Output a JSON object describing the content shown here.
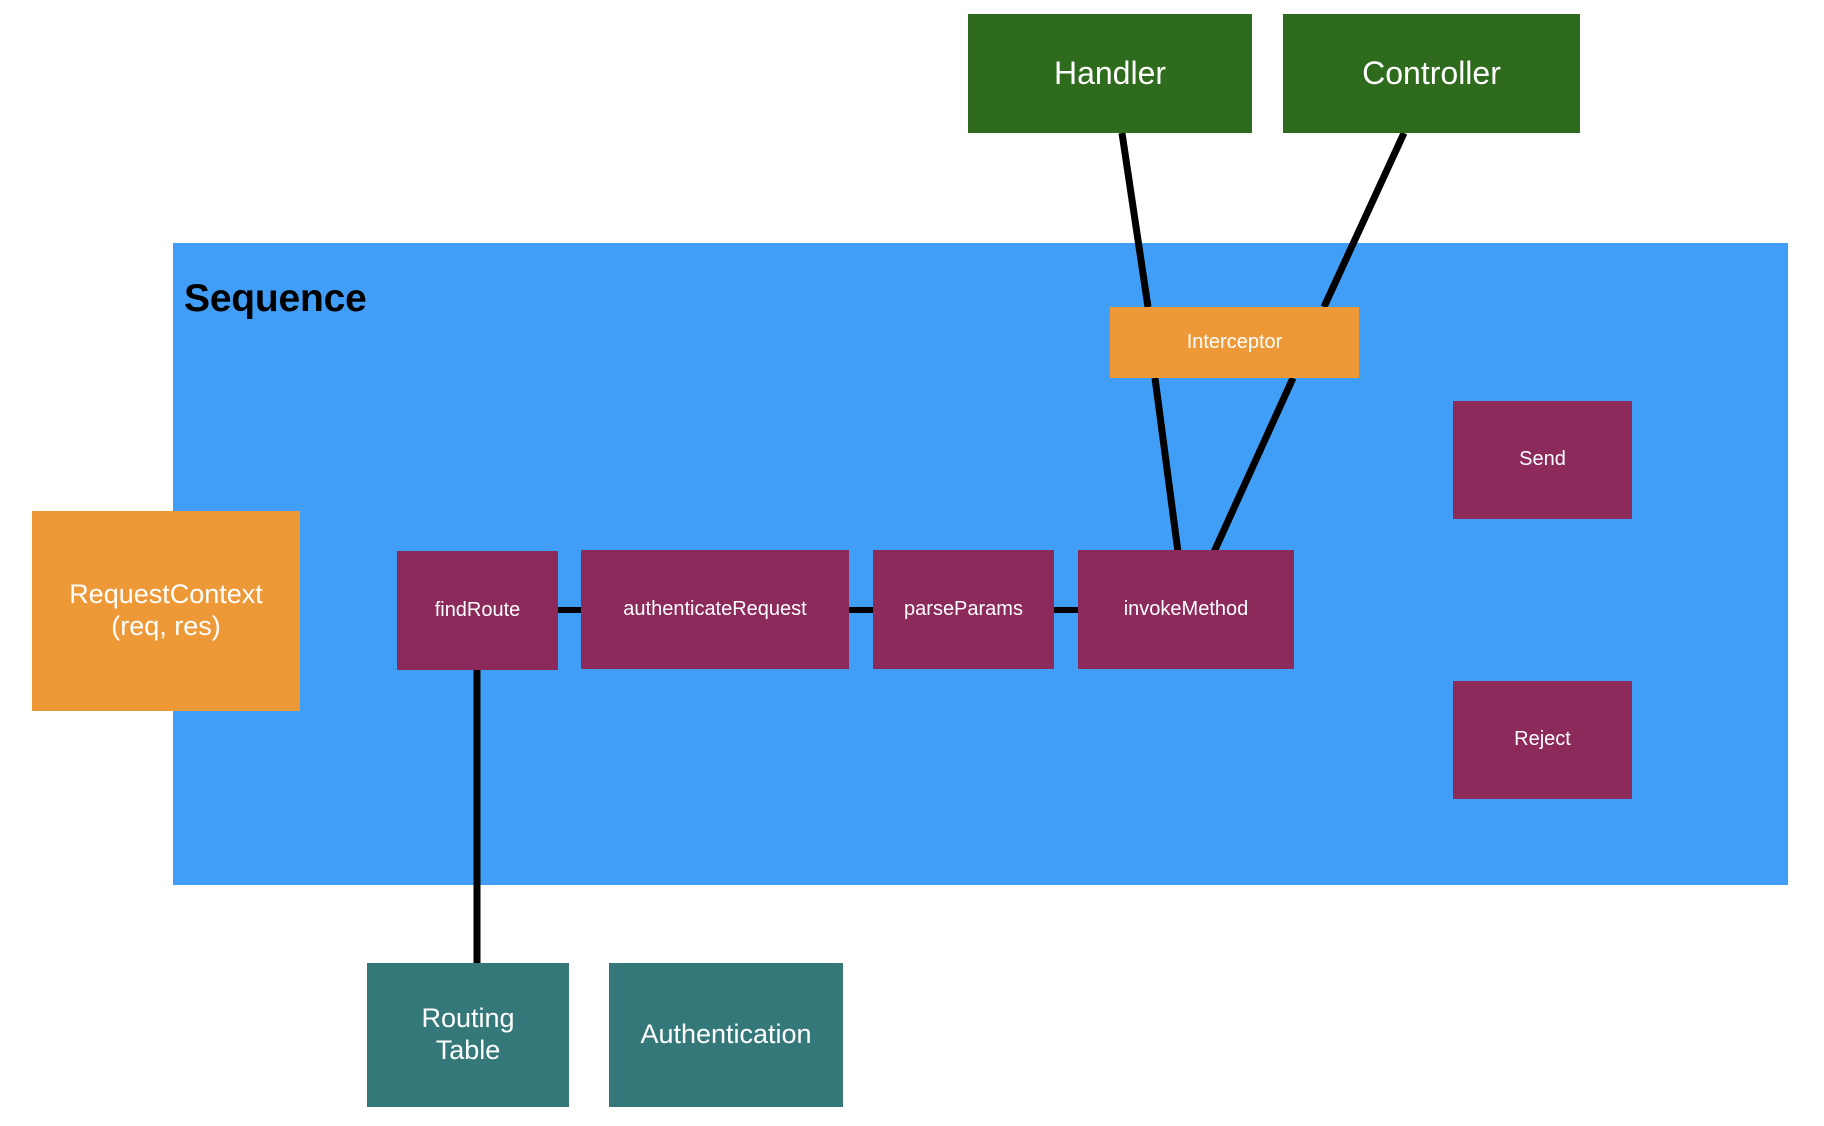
{
  "diagram": {
    "title": "Sequence",
    "panel": {
      "label": "Sequence",
      "color": "#409EF7"
    },
    "palette": {
      "panel_blue": "#409EF7",
      "green": "#2F6B1C",
      "orange": "#EE9937",
      "magenta": "#8C2A5C",
      "teal": "#35787A",
      "edge": "#000000",
      "label": "#FFFFFF"
    },
    "nodes": {
      "handler": {
        "label": "Handler",
        "color": "#2F6B1C"
      },
      "controller": {
        "label": "Controller",
        "color": "#2F6B1C"
      },
      "interceptor": {
        "label": "Interceptor",
        "color": "#EE9937"
      },
      "request_context": {
        "label": "RequestContext\n(req, res)",
        "color": "#EE9937"
      },
      "find_route": {
        "label": "findRoute",
        "color": "#8C2A5C"
      },
      "authenticate_request": {
        "label": "authenticateRequest",
        "color": "#8C2A5C"
      },
      "parse_params": {
        "label": "parseParams",
        "color": "#8C2A5C"
      },
      "invoke_method": {
        "label": "invokeMethod",
        "color": "#8C2A5C"
      },
      "send": {
        "label": "Send",
        "color": "#8C2A5C"
      },
      "reject": {
        "label": "Reject",
        "color": "#8C2A5C"
      },
      "routing_table": {
        "label": "Routing\nTable",
        "color": "#35787A"
      },
      "authentication": {
        "label": "Authentication",
        "color": "#35787A"
      }
    },
    "edges": [
      {
        "from": "handler",
        "to": "interceptor"
      },
      {
        "from": "controller",
        "to": "interceptor"
      },
      {
        "from": "interceptor",
        "to": "invoke_method"
      },
      {
        "from": "interceptor",
        "to": "invoke_method"
      },
      {
        "from": "find_route",
        "to": "authenticate_request"
      },
      {
        "from": "authenticate_request",
        "to": "parse_params"
      },
      {
        "from": "parse_params",
        "to": "invoke_method"
      },
      {
        "from": "find_route",
        "to": "routing_table"
      }
    ]
  }
}
